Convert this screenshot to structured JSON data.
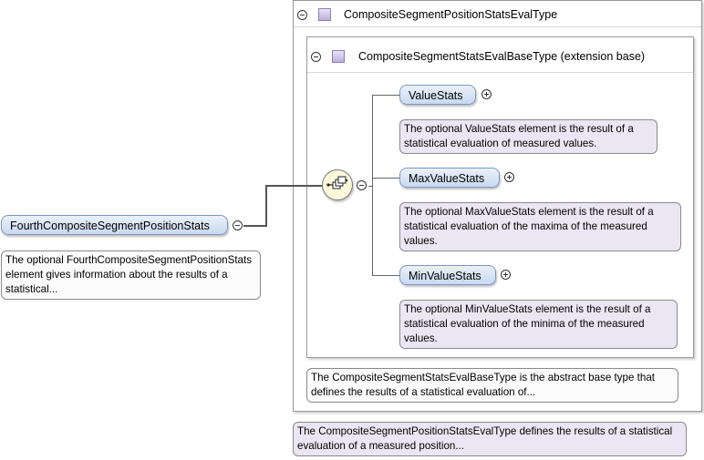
{
  "outer_type": {
    "title": "CompositeSegmentPositionStatsEvalType",
    "note": "The CompositeSegmentPositionStatsEvalType defines the results of a statistical evaluation of a measured position..."
  },
  "base_type": {
    "title": "CompositeSegmentStatsEvalBaseType (extension base)",
    "note": "The CompositeSegmentStatsEvalBaseType is the abstract base type that defines the results of a statistical evaluation of..."
  },
  "root_element": {
    "label": "FourthCompositeSegmentPositionStats",
    "note": "The optional FourthCompositeSegmentPositionStats element gives information about the results of a statistical..."
  },
  "children": [
    {
      "label": "ValueStats",
      "note": "The optional ValueStats element is the result of a statistical evaluation of measured values."
    },
    {
      "label": "MaxValueStats",
      "note": "The optional MaxValueStats element is the result of a statistical evaluation of the maxima of the measured values."
    },
    {
      "label": "MinValueStats",
      "note": "The optional MinValueStats element is the result of a statistical evaluation of the minima of the measured values."
    }
  ],
  "colors": {
    "element_fill": "#c9d9ef",
    "note_fill": "#ebe6f3",
    "sequence_fill": "#fbf8dc"
  },
  "icons": {
    "sequence": "sequence-compositor-icon",
    "type": "complex-type-icon"
  }
}
